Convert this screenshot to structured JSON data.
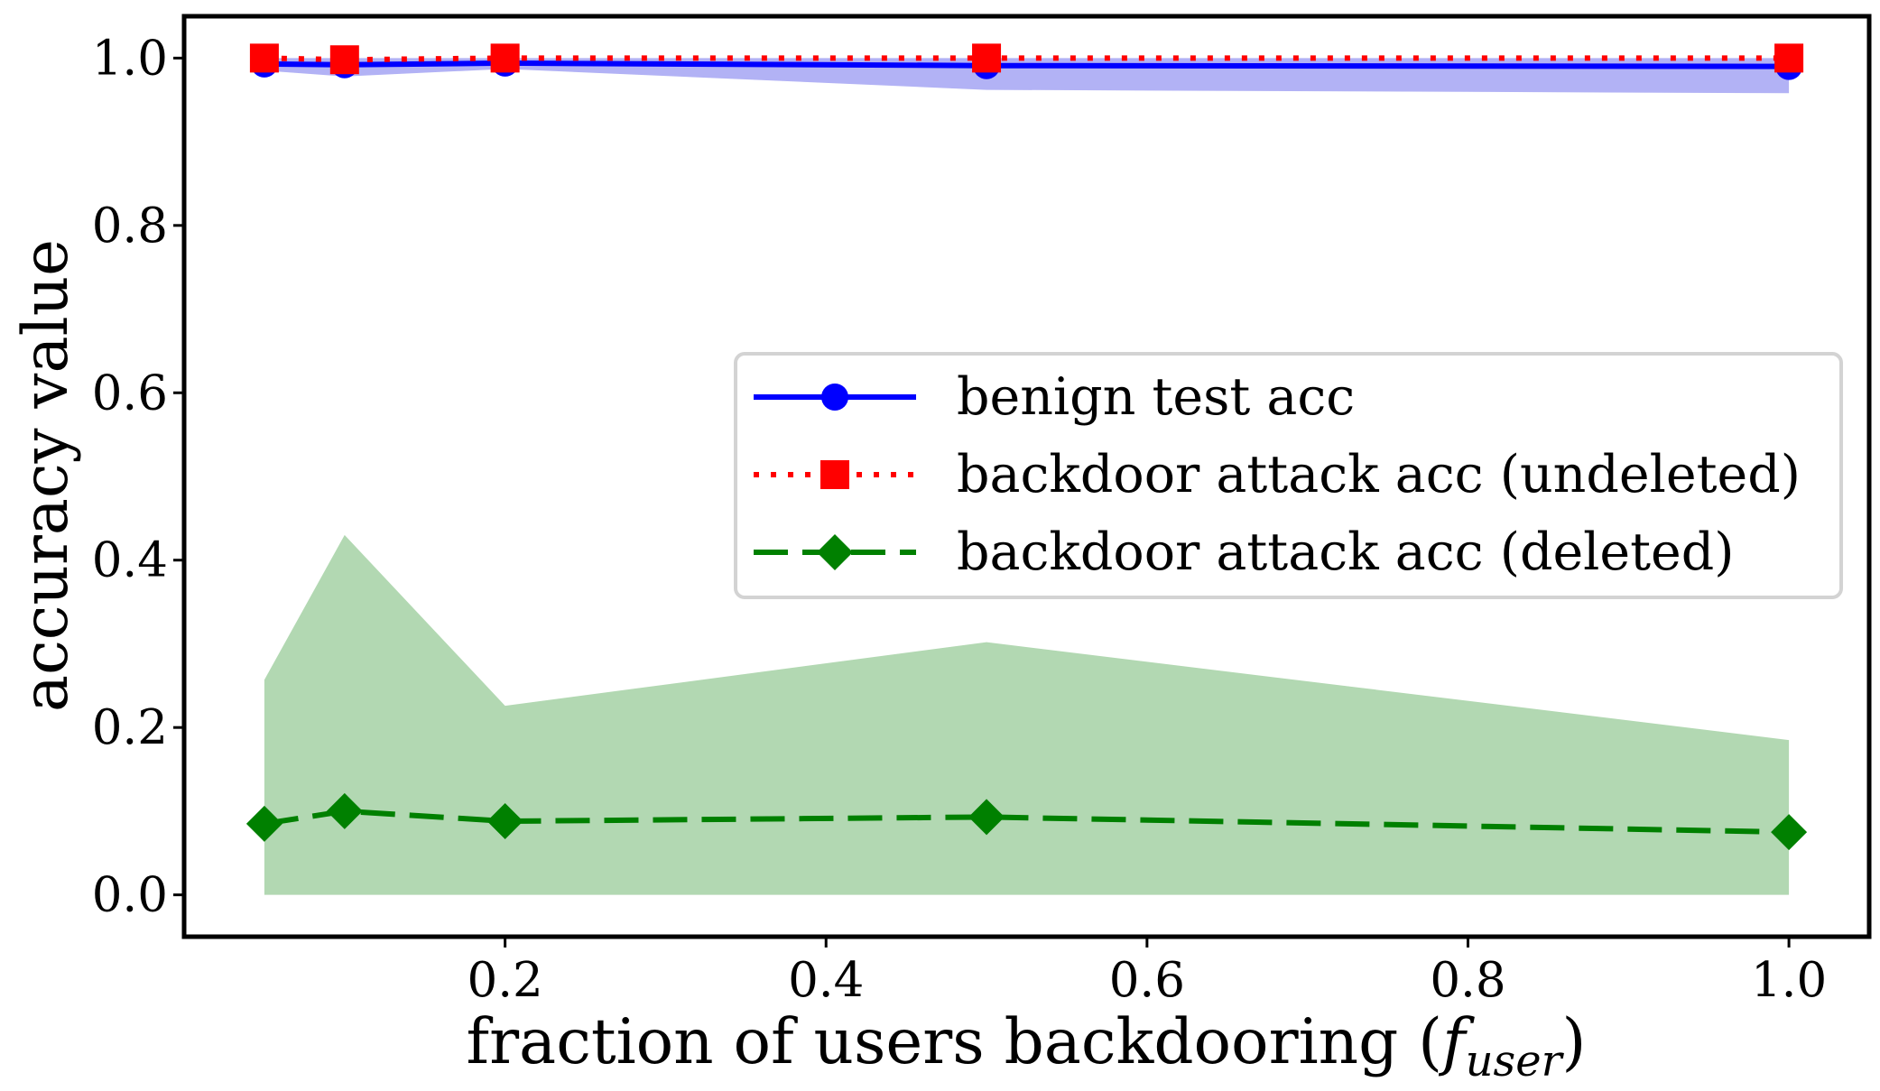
{
  "chart_data": {
    "type": "line",
    "xlabel_main": "fraction of users backdooring (",
    "xlabel_sym": "f",
    "xlabel_sub": "user",
    "xlabel_close": ")",
    "ylabel": "accuracy value",
    "xlim": [
      0.0,
      1.05
    ],
    "ylim": [
      -0.05,
      1.05
    ],
    "xticks": [
      0.2,
      0.4,
      0.6,
      0.8,
      1.0
    ],
    "xtick_labels": [
      "0.2",
      "0.4",
      "0.6",
      "0.8",
      "1.0"
    ],
    "yticks": [
      0.0,
      0.2,
      0.4,
      0.6,
      0.8,
      1.0
    ],
    "ytick_labels": [
      "0.0",
      "0.2",
      "0.4",
      "0.6",
      "0.8",
      "1.0"
    ],
    "grid": false,
    "legend_position": "center-right",
    "x": [
      0.05,
      0.1,
      0.2,
      0.5,
      1.0
    ],
    "series": [
      {
        "name": "benign test acc",
        "values": [
          0.993,
          0.992,
          0.994,
          0.991,
          0.99
        ],
        "band_low": [
          0.985,
          0.978,
          0.987,
          0.962,
          0.958
        ],
        "band_high": [
          1.0,
          1.0,
          1.0,
          1.0,
          1.0
        ],
        "color": "#0000ff",
        "band_color": "#b2b2f5",
        "line_style": "solid",
        "marker": "circle"
      },
      {
        "name": "backdoor attack acc (undeleted)",
        "values": [
          1.0,
          0.998,
          1.0,
          1.0,
          1.0
        ],
        "color": "#ff0000",
        "line_style": "dotted",
        "marker": "square"
      },
      {
        "name": "backdoor attack acc (deleted)",
        "values": [
          0.085,
          0.1,
          0.088,
          0.093,
          0.075
        ],
        "band_low": [
          0.0,
          0.0,
          0.0,
          0.0,
          0.0
        ],
        "band_high": [
          0.257,
          0.43,
          0.226,
          0.302,
          0.185
        ],
        "color": "#008000",
        "band_color": "#b2d8b2",
        "line_style": "dashed",
        "marker": "diamond"
      }
    ]
  }
}
